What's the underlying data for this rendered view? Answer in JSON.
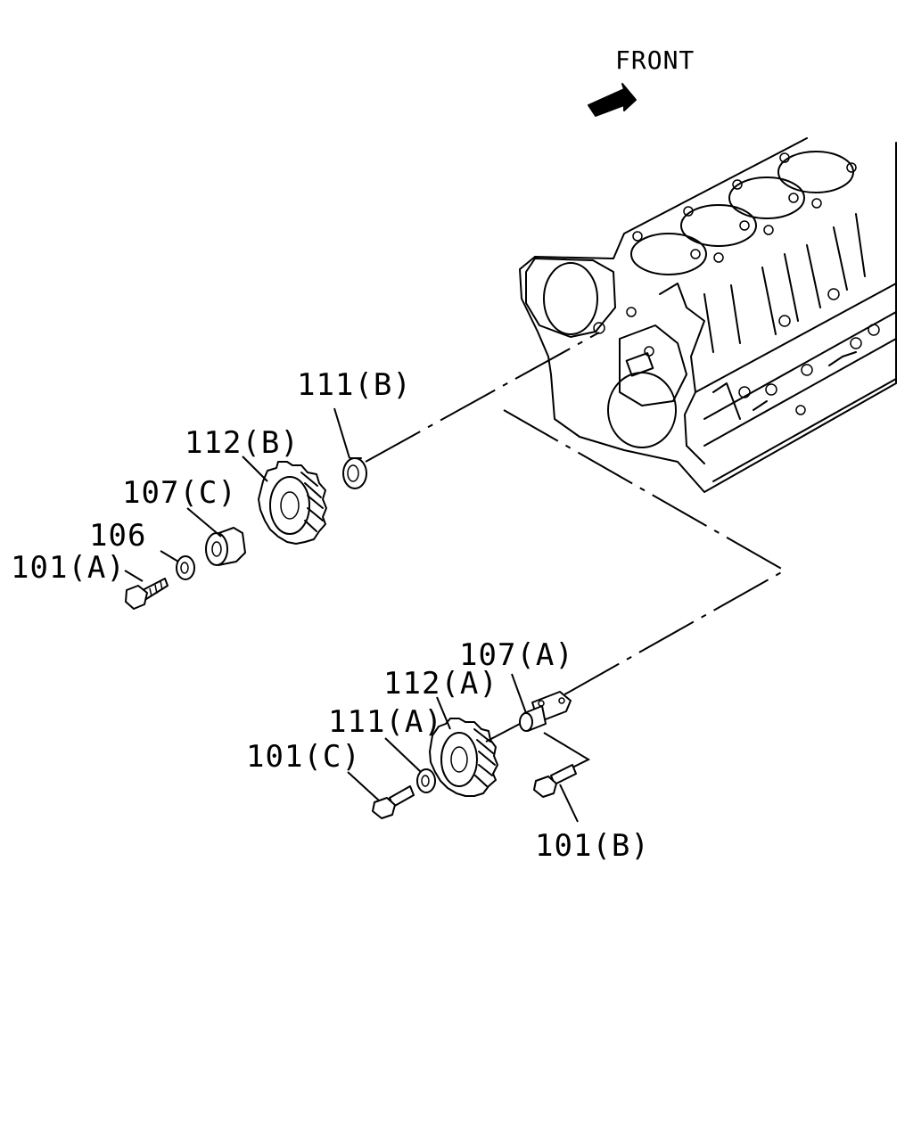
{
  "direction_label": "FRONT",
  "parts": [
    {
      "ref": "111(B)",
      "name": "thrust washer / collar"
    },
    {
      "ref": "112(B)",
      "name": "idler gear"
    },
    {
      "ref": "107(C)",
      "name": "idler shaft"
    },
    {
      "ref": "106",
      "name": "washer"
    },
    {
      "ref": "101(A)",
      "name": "bolt"
    },
    {
      "ref": "107(A)",
      "name": "idler shaft with flange"
    },
    {
      "ref": "112(A)",
      "name": "idler gear"
    },
    {
      "ref": "111(A)",
      "name": "thrust washer / collar"
    },
    {
      "ref": "101(C)",
      "name": "bolt"
    },
    {
      "ref": "101(B)",
      "name": "bolt"
    }
  ],
  "labels": {
    "l111b": "111(B)",
    "l112b": "112(B)",
    "l107c": "107(C)",
    "l106": "106",
    "l101a": "101(A)",
    "l107a": "107(A)",
    "l112a": "112(A)",
    "l111a": "111(A)",
    "l101c": "101(C)",
    "l101b": "101(B)"
  }
}
